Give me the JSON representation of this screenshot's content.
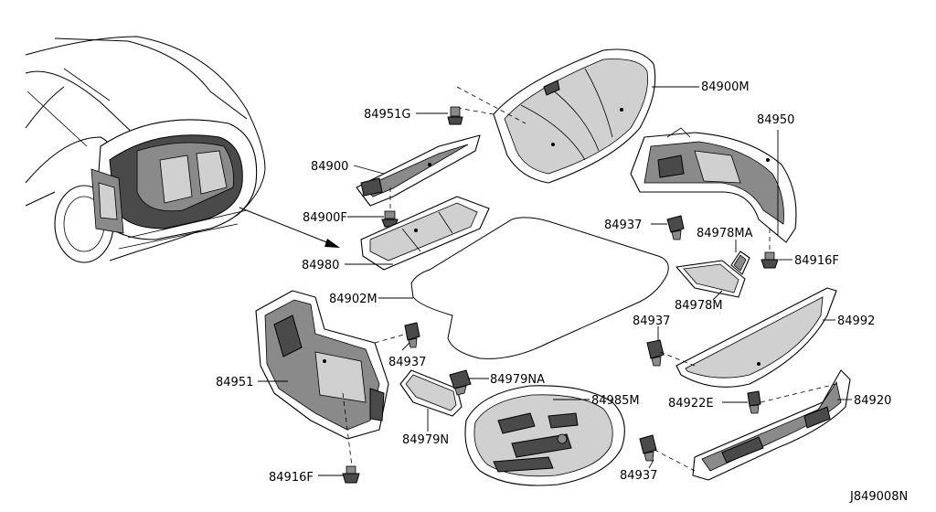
{
  "labels": {
    "p84900M": "84900M",
    "p84951G": "84951G",
    "p84950": "84950",
    "p84900": "84900",
    "p84900F": "84900F",
    "p84937_a": "84937",
    "p84978MA": "84978MA",
    "p84916F_a": "84916F",
    "p84980": "84980",
    "p84978M": "84978M",
    "p84902M": "84902M",
    "p84937_b": "84937",
    "p84992": "84992",
    "p84937_c": "84937",
    "p84951": "84951",
    "p84979NA": "84979NA",
    "p84985M": "84985M",
    "p84922E": "84922E",
    "p84920": "84920",
    "p84979N": "84979N",
    "p84916F_b": "84916F",
    "p84937_d": "84937"
  },
  "diagram_code": "J849008N"
}
